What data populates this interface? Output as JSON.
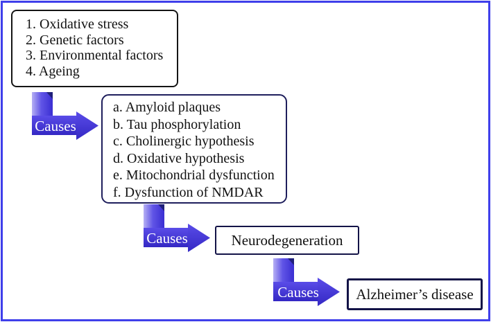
{
  "figure": {
    "type": "flowchart",
    "topic": "Alzheimer’s disease"
  },
  "boxes": {
    "risk_factors": {
      "items": [
        "1. Oxidative stress",
        "2. Genetic factors",
        "3. Environmental factors",
        "4. Ageing"
      ]
    },
    "mechanisms": {
      "items": [
        "a. Amyloid plaques",
        "b. Tau phosphorylation",
        "c. Cholinergic hypothesis",
        "d. Oxidative hypothesis",
        "e. Mitochondrial dysfunction",
        "f. Dysfunction of NMDAR"
      ]
    },
    "neurodegeneration": {
      "label": "Neurodegeneration"
    },
    "alzheimers": {
      "label": "Alzheimer’s disease"
    }
  },
  "arrows": [
    {
      "label": "Causes"
    },
    {
      "label": "Causes"
    },
    {
      "label": "Causes"
    }
  ],
  "colors": {
    "frame_border": "#3e3eea",
    "arrow_blue_light": "#b6b0f4",
    "arrow_blue_dark": "#3a2ed2",
    "arrow_fold": "#20207a",
    "arrow_label_text": "#ffffff",
    "box_border_black": "#141414",
    "box_border_navy": "#1e1e5c",
    "text": "#111111"
  }
}
